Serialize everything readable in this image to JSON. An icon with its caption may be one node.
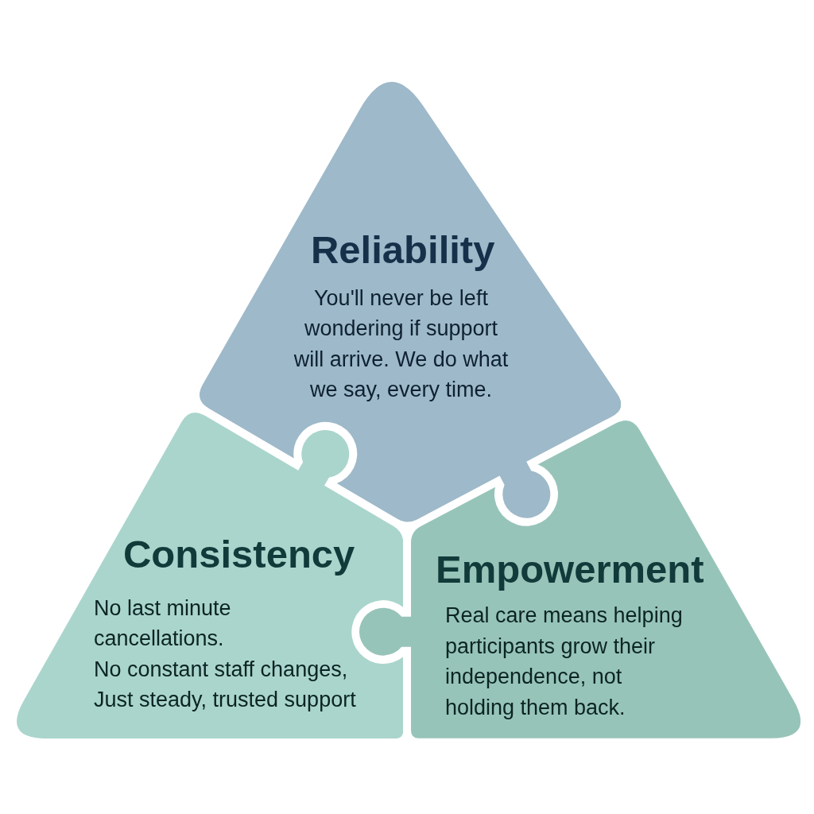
{
  "diagram": {
    "nodes": [
      {
        "text": [
          "Reliability",
          "You'll never be left wondering if support will arrive. We do what we say, every time."
        ]
      },
      {
        "text": [
          "Consistency",
          "No last minute cancellations.",
          "No constant staff changes,",
          "Just steady, trusted support"
        ]
      },
      {
        "text": [
          "Empowerment",
          "Real care means helping participants grow their independence, not holding them back."
        ]
      }
    ]
  }
}
